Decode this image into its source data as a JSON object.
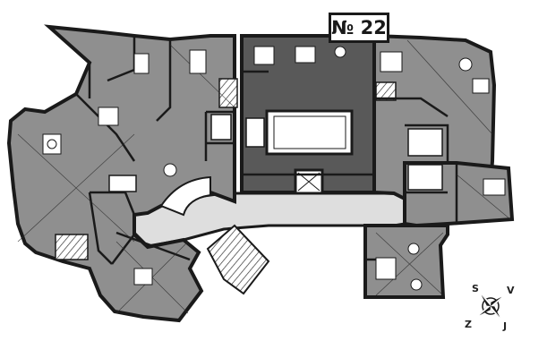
{
  "plan": {
    "unit_label": "№ 22",
    "colors": {
      "apartment_fill": "#8f8f8f",
      "highlight_fill": "#595959",
      "common_fill": "#dedede",
      "wall": "#1a1a1a",
      "background": "#ffffff"
    }
  },
  "compass": {
    "north": "S",
    "east": "V",
    "south": "J",
    "west": "Z",
    "icon": "compass-rose-icon"
  }
}
